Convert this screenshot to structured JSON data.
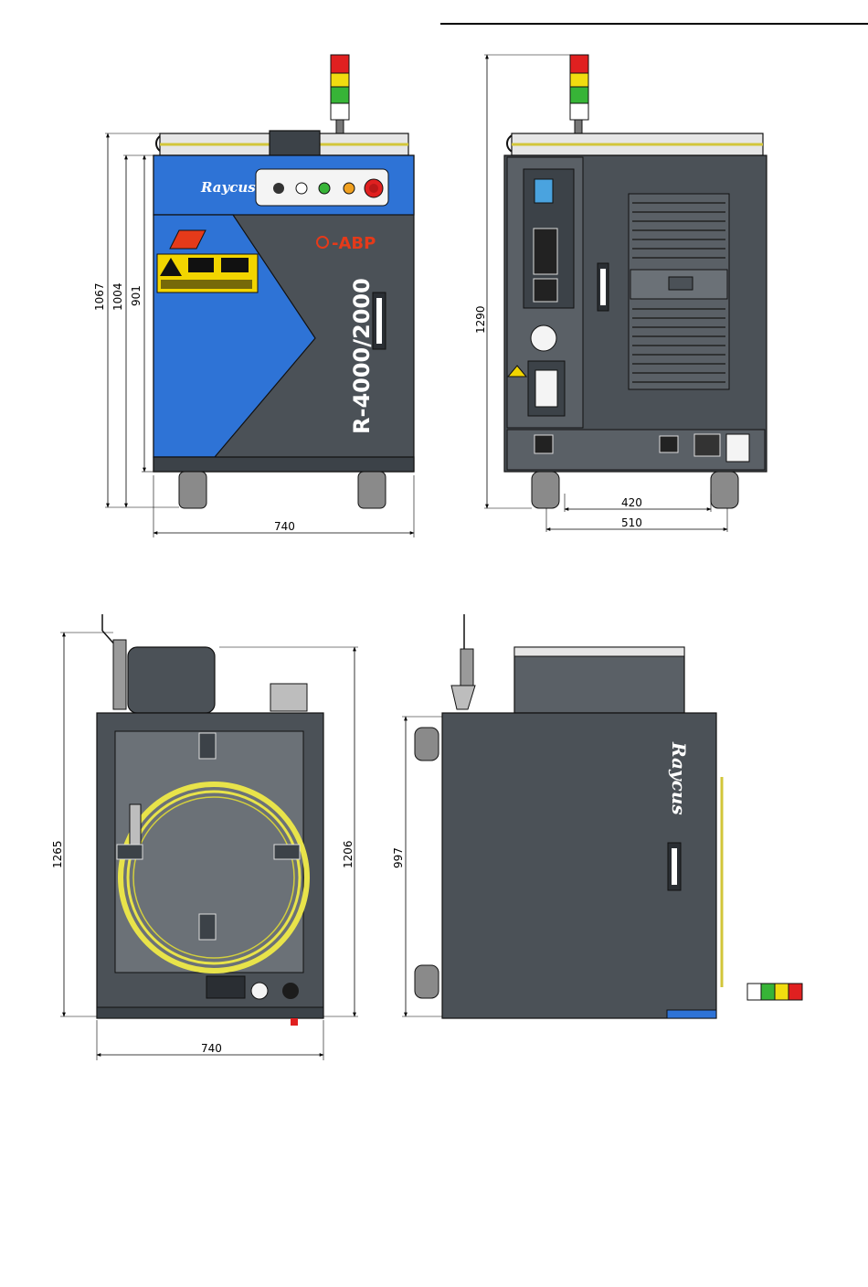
{
  "front_view": {
    "brand": "Raycus",
    "model": "R-4000/2000",
    "series_marker": "-ABP",
    "dims": {
      "height_total": "1067",
      "height_mid": "1004",
      "height_body": "901",
      "width": "740"
    }
  },
  "side_view": {
    "dims": {
      "height": "1290",
      "inner_width": "420",
      "outer_width": "510"
    }
  },
  "top_view": {
    "dims": {
      "height_total": "1265",
      "height_body": "1206",
      "width": "740"
    }
  },
  "lid_view": {
    "brand": "Raycus",
    "dims": {
      "height": "997"
    }
  },
  "colors": {
    "housing": "#4b5157",
    "panel_blue": "#2e73d6",
    "laser_red": "#e53a1a",
    "fiber_yellow": "#e8e34a",
    "warning_yellow": "#f2d500",
    "lamp_red": "#e02020",
    "lamp_yellow": "#f1dc10",
    "lamp_green": "#37b437"
  },
  "icons": [
    "signal-tower-icon",
    "lifting-eye-icon",
    "caster-wheel-icon",
    "laser-warning-icon",
    "emergency-stop-icon"
  ]
}
